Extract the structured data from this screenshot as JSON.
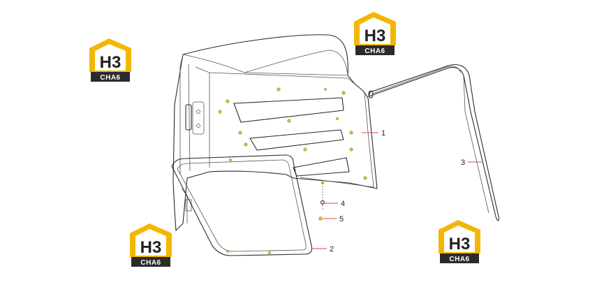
{
  "watermark": {
    "main_text": "H3",
    "band_text": "CHA6",
    "accent_color": "#f2b705",
    "dark_color": "#2b2b2b"
  },
  "callouts": [
    {
      "id": "1",
      "label": "1"
    },
    {
      "id": "2",
      "label": "2"
    },
    {
      "id": "3",
      "label": "3"
    },
    {
      "id": "4",
      "label": "4"
    },
    {
      "id": "5",
      "label": "5"
    }
  ],
  "colors": {
    "leader": "#d94a4a",
    "outline": "#2a2a2a"
  }
}
